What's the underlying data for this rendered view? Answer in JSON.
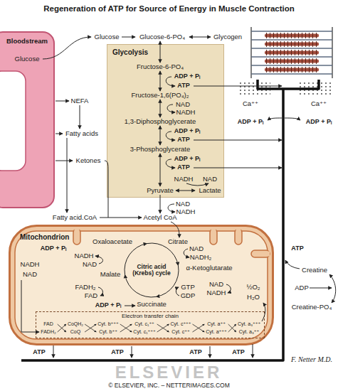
{
  "diagram": {
    "title": "Regeneration of ATP for Source of Energy in Muscle Contraction",
    "caption": "© ELSEVIER, INC. – NETTERIMAGES.COM",
    "nodes": [
      {
        "text": [
          "Bloodstream",
          "Glucose"
        ]
      },
      {
        "text": [
          "Glycolysis"
        ]
      },
      {
        "text": [
          "Mitochondrion"
        ]
      },
      {
        "text": [
          "Electron transfer chain"
        ],
        "in": 2
      }
    ],
    "labels": [
      "Glucose",
      "Glucose-6-PO₄",
      "Glycogen",
      "Fructose-6-PO₄",
      "ADP + Pᵢ",
      "ATP",
      "Fructose-1,6(PO₄)₂",
      "NAD",
      "NADH",
      "1,3-Diphosphoglycerate",
      "ADP + Pᵢ",
      "ATP",
      "3-Phosphoglycerate",
      "ADP + Pᵢ",
      "ATP",
      "NADH",
      "NAD",
      "Pyruvate",
      "Lactate",
      "NAD",
      "NADH",
      "NEFA",
      "Fatty acids",
      "Ketones",
      "Fatty acid.CoA",
      "Acetyl CoA",
      "Oxaloacetate",
      "Citrate",
      "NADH",
      "NAD",
      "Citric acid (Krebs) cycle",
      "NAD",
      "NADH₂",
      "α-Ketoglutarate",
      "Malate",
      "FADH₂",
      "FAD",
      "GTP",
      "GDP",
      "NAD",
      "NADH",
      "ADP + Pᵢ",
      "Succinate",
      "ADP + Pᵢ",
      "NADH",
      "NAD",
      "½O₂",
      "H₂O",
      "FAD",
      "FADH₂",
      "CoQH₂",
      "CoQ",
      "Cyt. b⁺⁺⁺",
      "Cyt. b⁺⁺",
      "Cyt. c₁⁺⁺",
      "Cyt. c₁⁺⁺⁺",
      "Cyt. c⁺⁺⁺",
      "Cyt. c⁺⁺",
      "Cyt. a⁺⁺",
      "Cyt. a⁺⁺⁺",
      "Cyt. a₃⁺⁺⁺",
      "Cyt. a₃⁺⁺",
      "ATP",
      "ATP",
      "ATP",
      "ATP",
      "ATP",
      "Creatine",
      "ADP",
      "Creatine-PO₄",
      "Ca⁺⁺",
      "Ca⁺⁺",
      "ADP + Pᵢ",
      "ADP + Pᵢ",
      "ELSEVIER",
      "F. Netter M.D."
    ]
  }
}
